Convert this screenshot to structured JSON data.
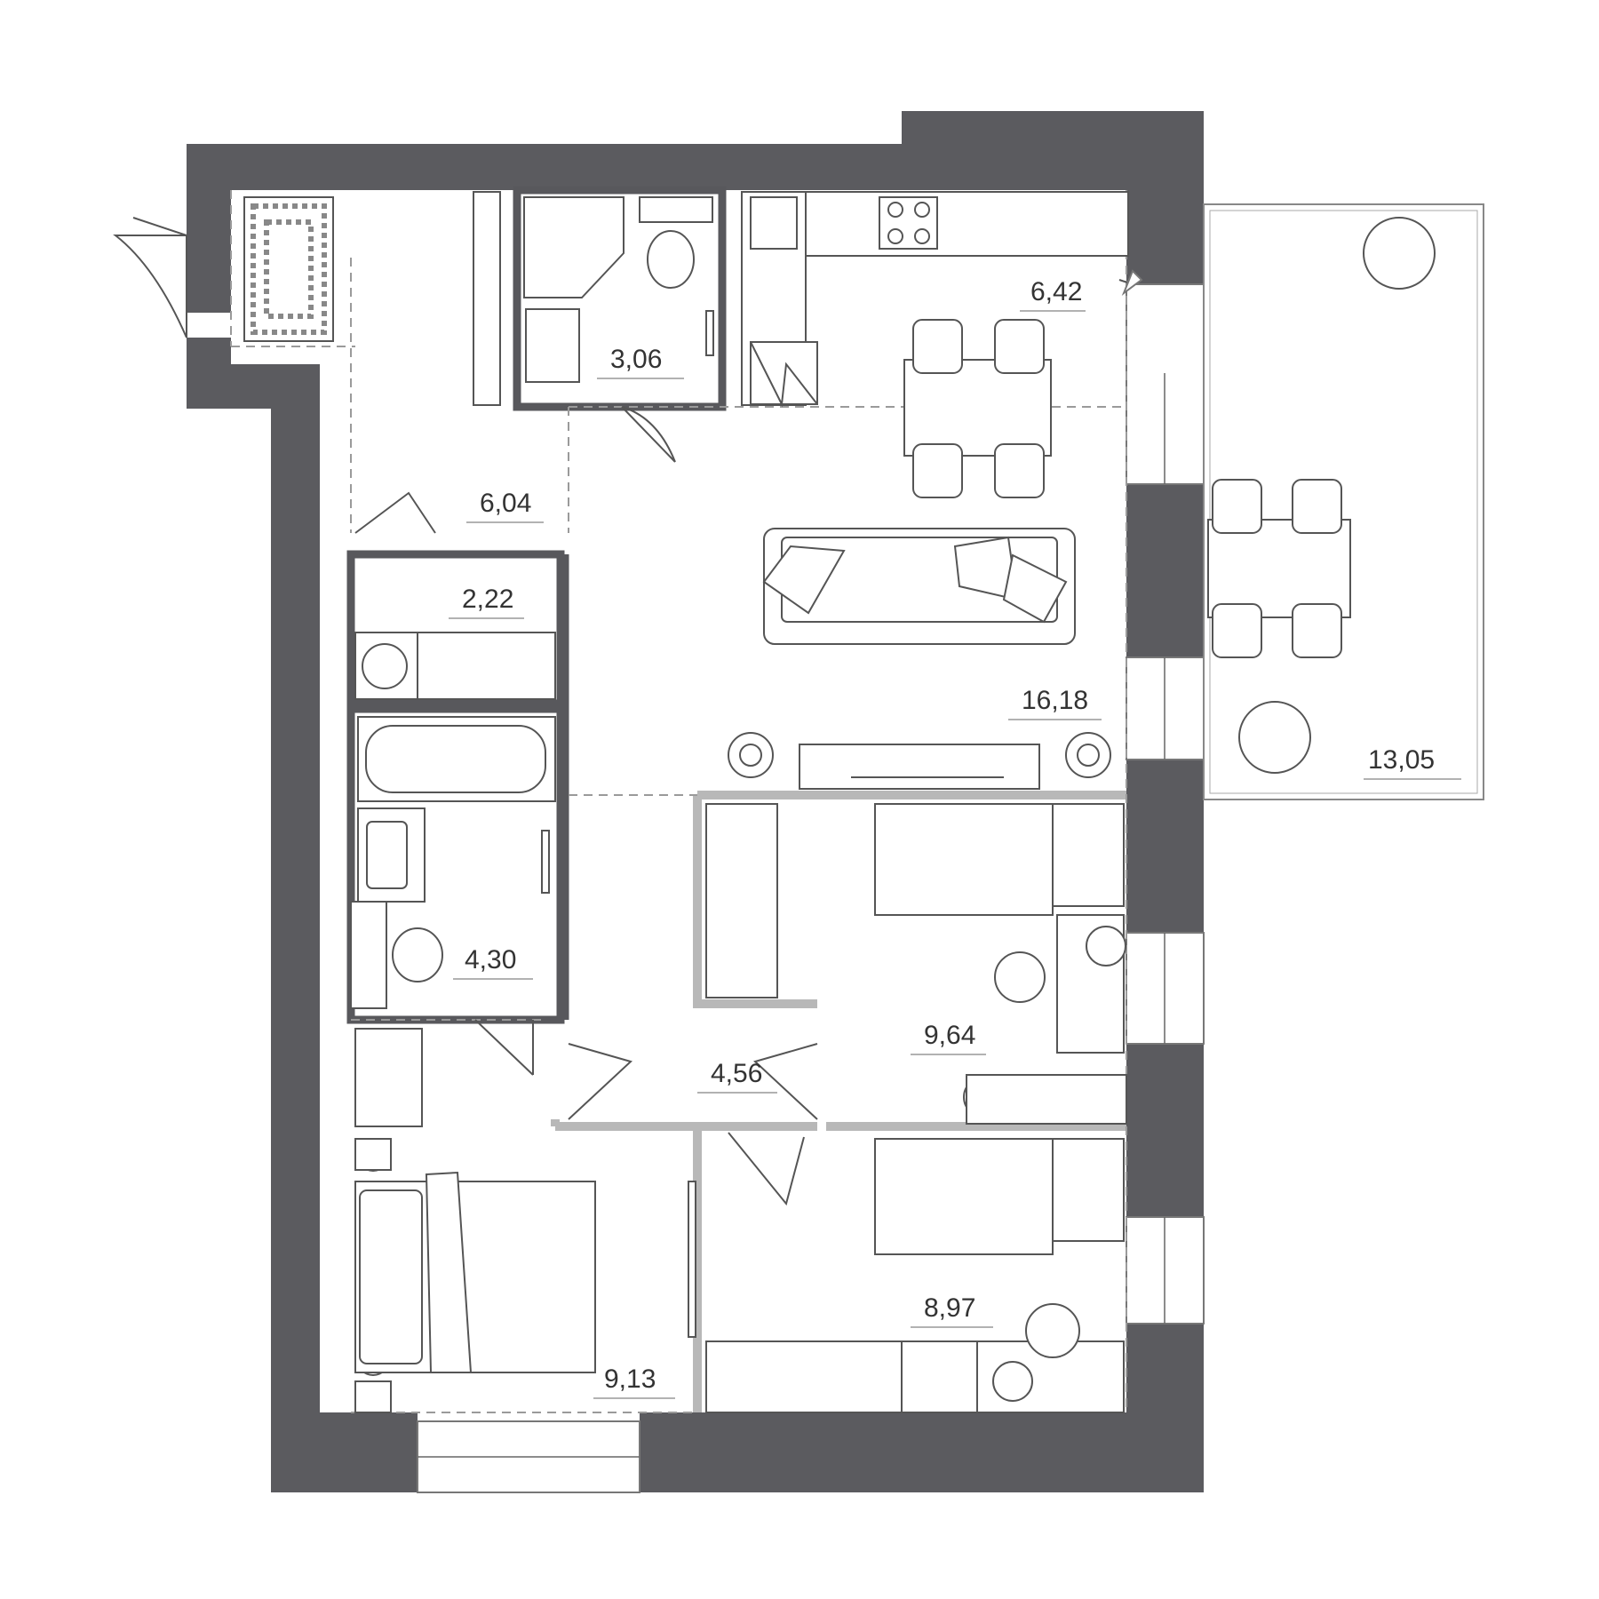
{
  "rooms": {
    "hall": "6,04",
    "toilet": "3,06",
    "kitchen": "6,42",
    "storage": "2,22",
    "living": "16,18",
    "bath": "4,30",
    "corridor": "4,56",
    "kids1": "9,64",
    "kids2": "8,97",
    "bedroom": "9,13",
    "terrace": "13,05"
  },
  "colors": {
    "wall": "#5b5b5f",
    "partition": "#b8b8b8",
    "line": "#555555"
  }
}
